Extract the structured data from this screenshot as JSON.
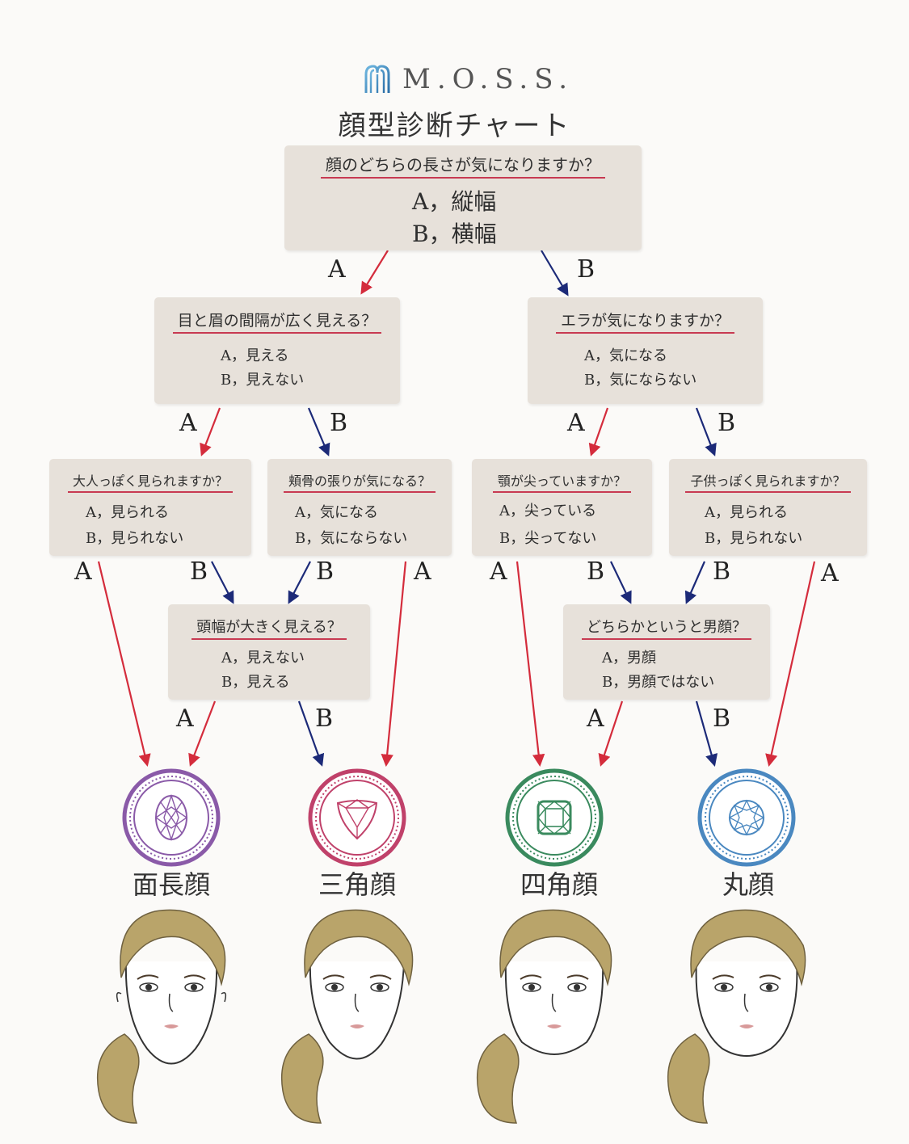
{
  "brand": {
    "logo_text": "M.O.S.S.",
    "title": "顔型診断チャート"
  },
  "colors": {
    "box_bg": "#e7e1da",
    "underline": "#c83a52",
    "arrow_a": "#d42c3c",
    "arrow_b": "#1c2a78",
    "oval_gem": "#8a5aa8",
    "triangle_gem": "#c0416a",
    "square_gem": "#3a8a5e",
    "round_gem": "#4a88c0"
  },
  "nodes": {
    "q1": {
      "question": "顔のどちらの長さが気になりますか？",
      "a": "A，縦幅",
      "b": "B，横幅"
    },
    "q2": {
      "question": "目と眉の間隔が広く見える？",
      "a": "A，見える",
      "b": "B，見えない"
    },
    "q3": {
      "question": "エラが気になりますか？",
      "a": "A，気になる",
      "b": "B，気にならない"
    },
    "q4": {
      "question": "大人っぽく見られますか？",
      "a": "A，見られる",
      "b": "B，見られない"
    },
    "q5": {
      "question": "頬骨の張りが気になる？",
      "a": "A，気になる",
      "b": "B，気にならない"
    },
    "q6": {
      "question": "顎が尖っていますか？",
      "a": "A，尖っている",
      "b": "B，尖ってない"
    },
    "q7": {
      "question": "子供っぽく見られますか？",
      "a": "A，見られる",
      "b": "B，見られない"
    },
    "q8": {
      "question": "頭幅が大きく見える？",
      "a": "A，見えない",
      "b": "B，見える"
    },
    "q9": {
      "question": "どちらかというと男顔？",
      "a": "A，男顔",
      "b": "B，男顔ではない"
    }
  },
  "edge_labels": {
    "a": "A",
    "b": "B"
  },
  "results": {
    "oval": "面長顔",
    "triangle": "三角顔",
    "square": "四角顔",
    "round": "丸顔"
  }
}
